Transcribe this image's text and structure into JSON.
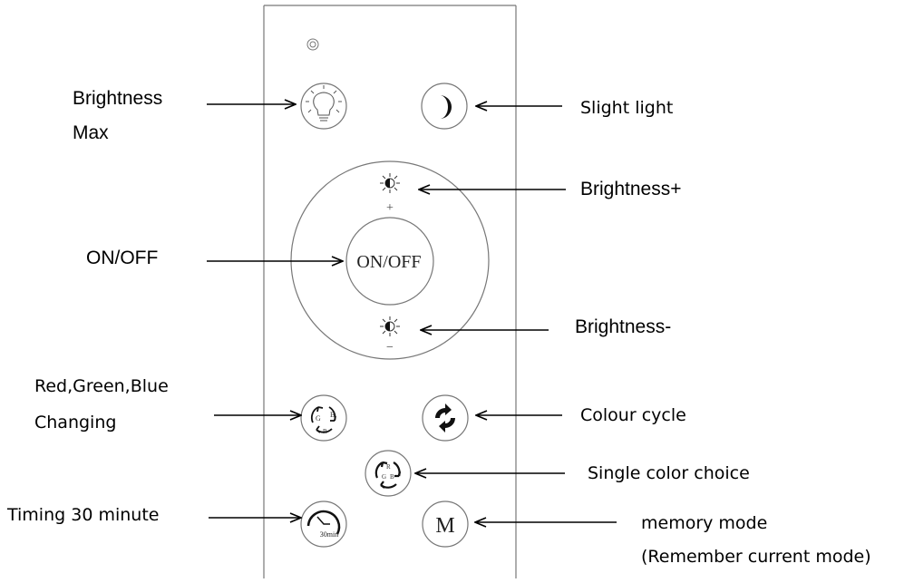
{
  "labels": {
    "brightness_max_line1": "Brightness",
    "brightness_max_line2": "Max",
    "slight_light": "Slight light",
    "brightness_plus": "Brightness+",
    "on_off": "ON/OFF",
    "brightness_minus": "Brightness-",
    "rgb_changing_line1": "Red,Green,Blue",
    "rgb_changing_line2": "Changing",
    "colour_cycle": "Colour cycle",
    "single_color_choice": "Single color choice",
    "timing_30": "Timing 30 minute",
    "memory_mode_line1": "memory mode",
    "memory_mode_line2": "(Remember current mode)"
  },
  "remote": {
    "on_off_button_text": "ON/OFF",
    "plus_sign": "+",
    "minus_sign": "−",
    "memory_button_text": "M",
    "timer_button_text": "30min",
    "rgb_letters": [
      "R",
      "G",
      "B"
    ]
  },
  "colors": {
    "line": "#000000",
    "outline": "#777777",
    "text": "#000000"
  },
  "icons": {
    "brightness_max": "bulb-icon",
    "slight_light": "crescent-moon-icon",
    "brightness_plus": "sun-half-icon",
    "brightness_minus": "sun-half-icon",
    "rgb_changing": "recycle-arrows-icon",
    "colour_cycle": "cycle-icon",
    "single_color": "recycle-arrows-icon",
    "timer": "clock-icon",
    "memory": "letter-m-icon"
  }
}
